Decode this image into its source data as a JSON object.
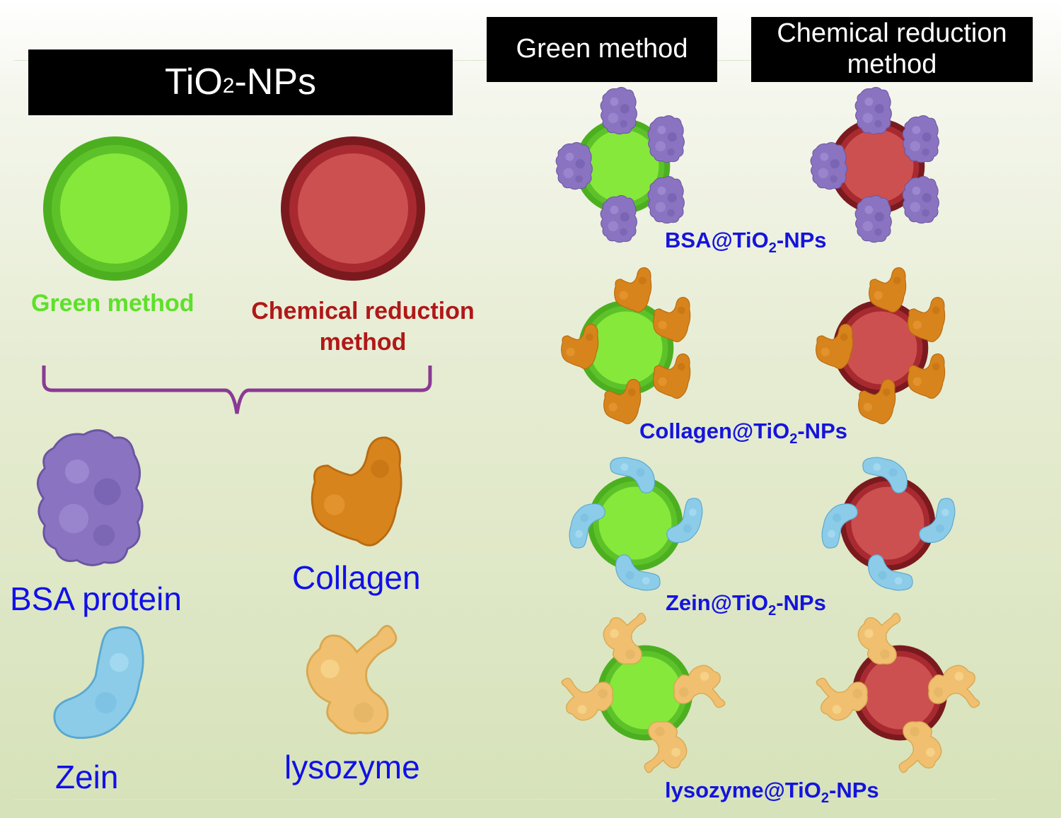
{
  "left_header": {
    "main": "TiO",
    "sub": "2",
    "tail": "-NPs"
  },
  "left_labels": {
    "green": "Green method",
    "chemical_line1": "Chemical reduction",
    "chemical_line2": "method"
  },
  "right_headers": {
    "green": "Green method",
    "chemical_line1": "Chemical reduction",
    "chemical_line2": "method"
  },
  "proteins": {
    "bsa": "BSA protein",
    "collagen": "Collagen",
    "zein": "Zein",
    "lysozyme": "lysozyme"
  },
  "combos": [
    {
      "prefix": "BSA@TiO",
      "sub": "2",
      "suffix": "-NPs"
    },
    {
      "prefix": "Collagen@TiO",
      "sub": "2",
      "suffix": "-NPs"
    },
    {
      "prefix": "Zein@TiO",
      "sub": "2",
      "suffix": "-NPs"
    },
    {
      "prefix": "lysozyme@TiO",
      "sub": "2",
      "suffix": "-NPs"
    }
  ],
  "colors": {
    "green_outer": "#4caf20",
    "green_ring": "#5dc22a",
    "green_core": "#86e83a",
    "red_outer": "#7a1a1e",
    "red_ring": "#a82a30",
    "red_core": "#cc5050",
    "bsa": "#8a73c0",
    "collagen": "#d8841c",
    "zein": "#8ccce8",
    "lysozyme": "#f0c070",
    "bracket": "#8a3a94",
    "label_blue": "#1010e8"
  }
}
